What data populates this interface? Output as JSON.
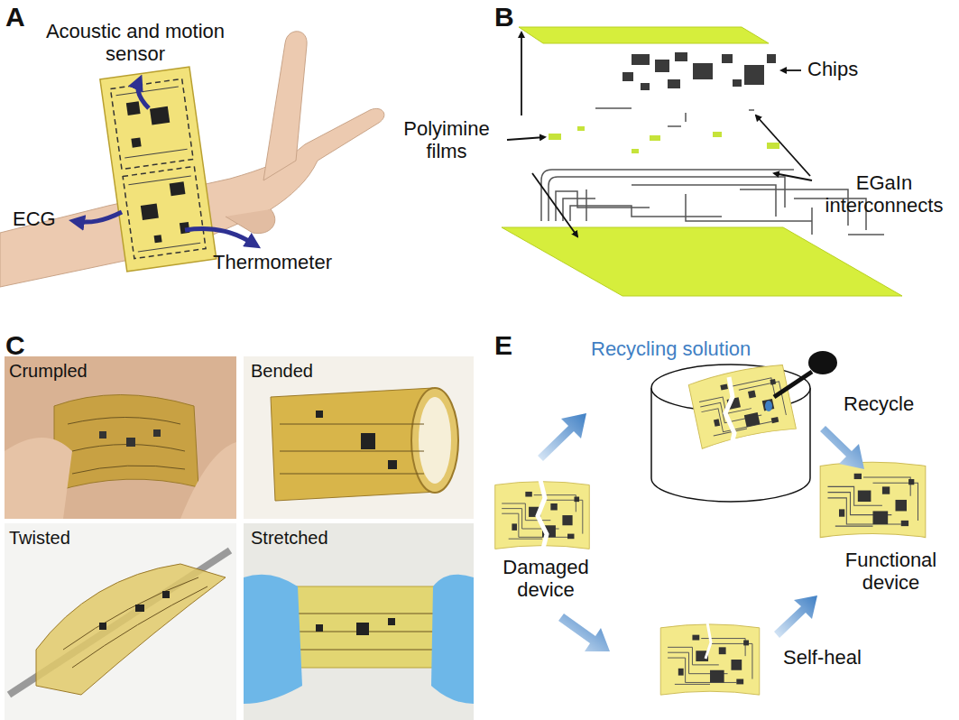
{
  "diagram": {
    "labels": [
      "A",
      "Acoustic and motion sensor",
      "ECG",
      "Thermometer",
      "B",
      "Chips",
      "Polyimine films",
      "EGaIn interconnects",
      "C",
      "Crumpled",
      "Bended",
      "Twisted",
      "Stretched",
      "E",
      "Recycling solution",
      "Recycle",
      "Damaged device",
      "Functional device",
      "Self-heal"
    ]
  }
}
